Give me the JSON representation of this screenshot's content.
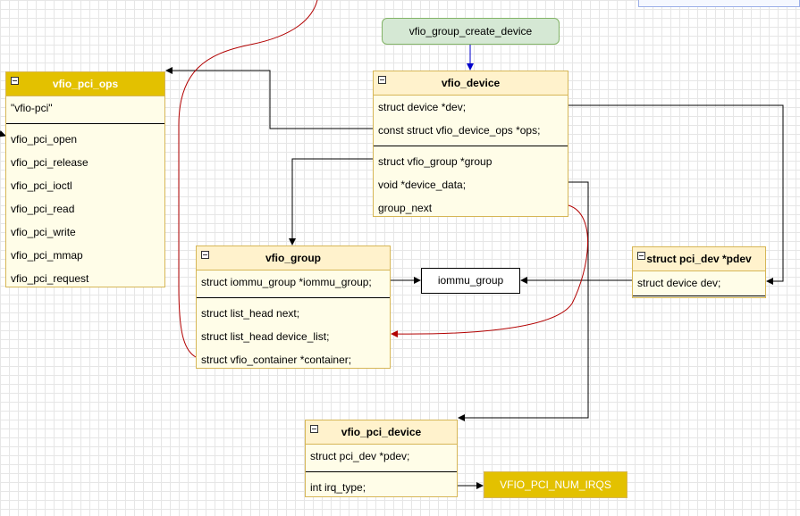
{
  "diagram": {
    "create_device": "vfio_group_create_device",
    "vfio_pci_ops": {
      "title": "vfio_pci_ops",
      "name_row": "\"vfio-pci\"",
      "rows": [
        "vfio_pci_open",
        "vfio_pci_release",
        "vfio_pci_ioctl",
        "vfio_pci_read",
        "vfio_pci_write",
        "vfio_pci_mmap",
        "vfio_pci_request"
      ]
    },
    "vfio_device": {
      "title": "vfio_device",
      "rows_a": [
        "struct device *dev;",
        "const struct vfio_device_ops *ops;"
      ],
      "rows_b": [
        "struct vfio_group *group",
        "void *device_data;",
        "group_next"
      ]
    },
    "vfio_group": {
      "title": "vfio_group",
      "rows_a": [
        "struct iommu_group *iommu_group;"
      ],
      "rows_b": [
        "struct list_head next;",
        "struct list_head device_list;",
        "struct vfio_container *container;"
      ]
    },
    "iommu_group": "iommu_group",
    "pci_dev": {
      "title": "struct pci_dev *pdev",
      "rows": [
        "struct device dev;"
      ]
    },
    "vfio_pci_device": {
      "title": "vfio_pci_device",
      "rows_a": [
        "struct pci_dev *pdev;"
      ],
      "rows_b": [
        "int irq_type;"
      ]
    },
    "num_irqs": "VFIO_PCI_NUM_IRQS"
  },
  "colors": {
    "header_gold": "#e3c100",
    "header_light": "#fff2cc",
    "border": "#d6b656",
    "green_fill": "#d5e8d4",
    "edge_black": "#000000",
    "edge_blue": "#0000cc",
    "edge_red": "#b20000"
  }
}
